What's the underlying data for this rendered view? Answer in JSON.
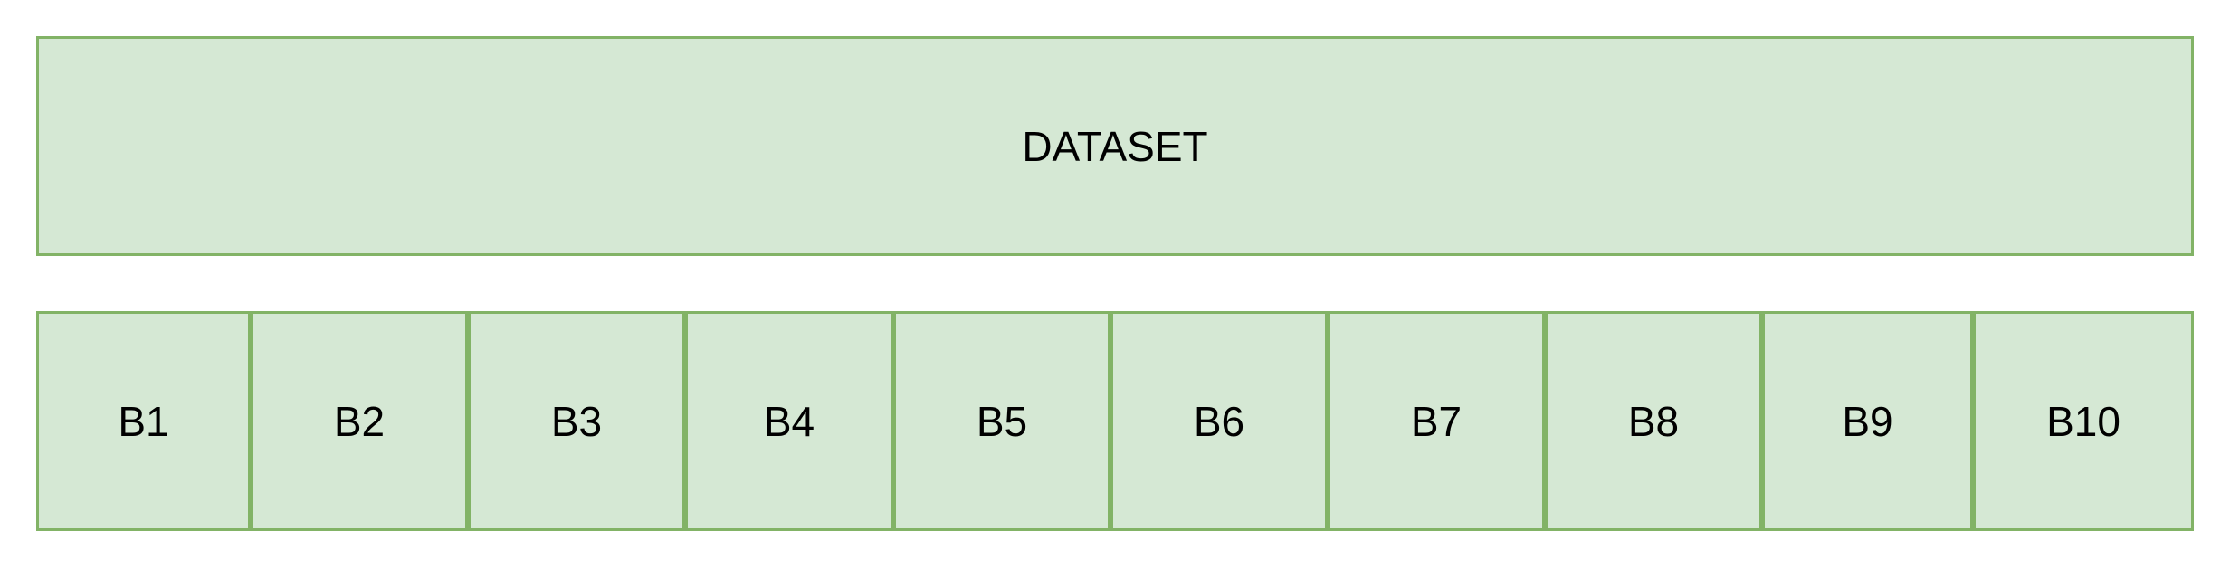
{
  "diagram": {
    "dataset_label": "DATASET",
    "blocks": [
      "B1",
      "B2",
      "B3",
      "B4",
      "B5",
      "B6",
      "B7",
      "B8",
      "B9",
      "B10"
    ],
    "colors": {
      "fill": "#d5e8d4",
      "stroke": "#82b366",
      "text": "#000000"
    }
  }
}
